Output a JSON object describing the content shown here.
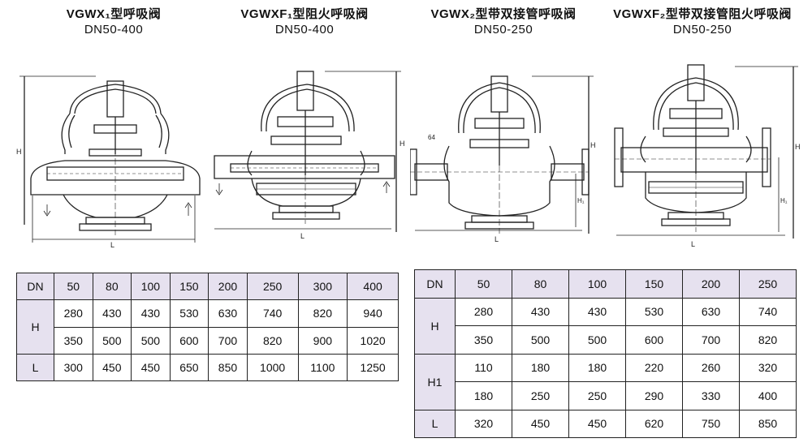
{
  "titles": [
    {
      "line1": "VGWX₁型呼吸阀",
      "line2": "DN50-400"
    },
    {
      "line1": "VGWXF₁型阻火呼吸阀",
      "line2": "DN50-400"
    },
    {
      "line1": "VGWX₂型带双接管呼吸阀",
      "line2": "DN50-250"
    },
    {
      "line1": "VGWXF₂型带双接管阻火呼吸阀",
      "line2": "DN50-250"
    }
  ],
  "drawing_labels": {
    "H": "H",
    "L": "L",
    "H1": "H₁",
    "num64": "64"
  },
  "table1": {
    "header_label": "DN",
    "dn": [
      "50",
      "80",
      "100",
      "150",
      "200",
      "250",
      "300",
      "400"
    ],
    "rows": [
      {
        "label": "H",
        "values": [
          [
            "280",
            "430",
            "430",
            "530",
            "630",
            "740",
            "820",
            "940"
          ],
          [
            "350",
            "500",
            "500",
            "600",
            "700",
            "820",
            "900",
            "1020"
          ]
        ]
      },
      {
        "label": "L",
        "values": [
          [
            "300",
            "450",
            "450",
            "650",
            "850",
            "1000",
            "1100",
            "1250"
          ]
        ]
      }
    ]
  },
  "table2": {
    "header_label": "DN",
    "dn": [
      "50",
      "80",
      "100",
      "150",
      "200",
      "250"
    ],
    "rows": [
      {
        "label": "H",
        "values": [
          [
            "280",
            "430",
            "430",
            "530",
            "630",
            "740"
          ],
          [
            "350",
            "500",
            "500",
            "600",
            "700",
            "820"
          ]
        ]
      },
      {
        "label": "H1",
        "values": [
          [
            "110",
            "180",
            "180",
            "220",
            "260",
            "320"
          ],
          [
            "180",
            "250",
            "250",
            "290",
            "330",
            "400"
          ]
        ]
      },
      {
        "label": "L",
        "values": [
          [
            "320",
            "450",
            "450",
            "620",
            "750",
            "850"
          ]
        ]
      }
    ]
  }
}
